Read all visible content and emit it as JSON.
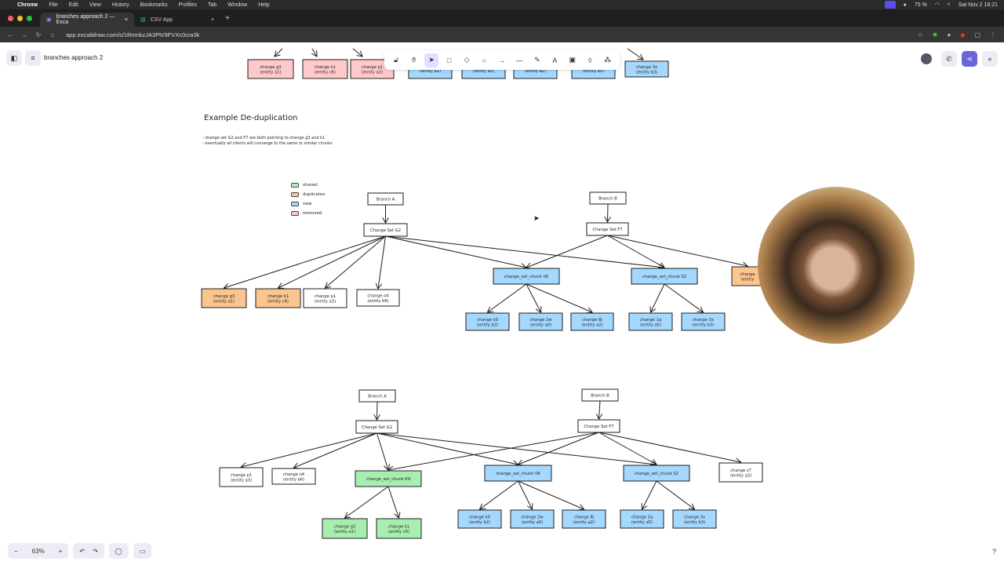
{
  "menubar": {
    "app": "Chrome",
    "items": [
      "File",
      "Edit",
      "View",
      "History",
      "Bookmarks",
      "Profiles",
      "Tab",
      "Window",
      "Help"
    ],
    "battery": "75 %",
    "datetime": "Sat Nov 2  18:21"
  },
  "browser": {
    "tabs": [
      {
        "label": "branches approach 2 — Exca"
      },
      {
        "label": "CSV App"
      }
    ],
    "url": "app.excalidraw.com/s/1RmnkzJA3Ph/9FVXc0cra3k"
  },
  "app": {
    "title": "branches approach 2",
    "zoom": "63%",
    "accent": "#6965db"
  },
  "notes": {
    "heading": "Example De-duplication",
    "bullets": [
      "- change set G2 and F7 are both pointing to change g3 and k1",
      "- eventually all clients will converge to the same or similar chunks"
    ]
  },
  "legend": [
    {
      "label": "shared",
      "color": "#b2f2bb"
    },
    {
      "label": "duplicates",
      "color": "#ffc98f"
    },
    {
      "label": "new",
      "color": "#a5d8ff"
    },
    {
      "label": "removed",
      "color": "#ffc9c9"
    }
  ],
  "colors": {
    "shared": "#a8eeb0",
    "dup": "#fbc58f",
    "new": "#a5d8ff",
    "removed": "#ffc9c9",
    "plain": "#ffffff"
  },
  "nodes": [
    {
      "id": "t1",
      "lines": [
        "change g3",
        "(entity a1)"
      ],
      "kind": "removed"
    },
    {
      "id": "t2",
      "lines": [
        "change k1",
        "(entity c6)"
      ],
      "kind": "removed"
    },
    {
      "id": "t3",
      "lines": [
        "change p1",
        "(entity a3)"
      ],
      "kind": "removed"
    },
    {
      "id": "t4",
      "lines": [
        "(entity b2)"
      ],
      "kind": "new"
    },
    {
      "id": "t5",
      "lines": [
        "(entity a0)"
      ],
      "kind": "new"
    },
    {
      "id": "t6",
      "lines": [
        "(entity a2)"
      ],
      "kind": "new"
    },
    {
      "id": "t7",
      "lines": [
        "(entity a5)"
      ],
      "kind": "new"
    },
    {
      "id": "t8",
      "lines": [
        "change 3x",
        "(entity b3)"
      ],
      "kind": "new"
    },
    {
      "id": "a_ba",
      "lines": [
        "Branch A"
      ],
      "kind": "plain"
    },
    {
      "id": "a_g2",
      "lines": [
        "Change Set G2"
      ],
      "kind": "plain"
    },
    {
      "id": "a_bb",
      "lines": [
        "Branch B"
      ],
      "kind": "plain"
    },
    {
      "id": "a_f7",
      "lines": [
        "Change Set F7"
      ],
      "kind": "plain"
    },
    {
      "id": "a_g3",
      "lines": [
        "change g3",
        "(entity a1)"
      ],
      "kind": "dup"
    },
    {
      "id": "a_k1",
      "lines": [
        "change k1",
        "(entity c6)"
      ],
      "kind": "dup"
    },
    {
      "id": "a_p1",
      "lines": [
        "change p1",
        "(entity a3)"
      ],
      "kind": "plain"
    },
    {
      "id": "a_o4",
      "lines": [
        "change o4",
        "(entity b6)"
      ],
      "kind": "plain"
    },
    {
      "id": "a_v6",
      "lines": [
        "change_set_chunk V6"
      ],
      "kind": "new"
    },
    {
      "id": "a_s2",
      "lines": [
        "change_set_chunk S2"
      ],
      "kind": "new"
    },
    {
      "id": "a_px",
      "lines": [
        "change",
        "(entity"
      ],
      "kind": "dup"
    },
    {
      "id": "a_k0",
      "lines": [
        "change k0",
        "(entity b2)"
      ],
      "kind": "new"
    },
    {
      "id": "a_2w",
      "lines": [
        "change 2w",
        "(entity a0)"
      ],
      "kind": "new"
    },
    {
      "id": "a_8j",
      "lines": [
        "change 8j",
        "(entity a2)"
      ],
      "kind": "new"
    },
    {
      "id": "a_1q",
      "lines": [
        "change 1q",
        "(entity a5)"
      ],
      "kind": "new"
    },
    {
      "id": "a_3x",
      "lines": [
        "change 3x",
        "(entity b3)"
      ],
      "kind": "new"
    },
    {
      "id": "b_ba",
      "lines": [
        "Branch A"
      ],
      "kind": "plain"
    },
    {
      "id": "b_g2",
      "lines": [
        "Change Set G2"
      ],
      "kind": "plain"
    },
    {
      "id": "b_bb",
      "lines": [
        "Branch B"
      ],
      "kind": "plain"
    },
    {
      "id": "b_f7",
      "lines": [
        "Change Set F7"
      ],
      "kind": "plain"
    },
    {
      "id": "b_p1",
      "lines": [
        "change p1",
        "(entity a3)"
      ],
      "kind": "plain"
    },
    {
      "id": "b_o4",
      "lines": [
        "change o4",
        "(entity b6)"
      ],
      "kind": "plain"
    },
    {
      "id": "b_k9",
      "lines": [
        "change_set_chunk K9"
      ],
      "kind": "shared"
    },
    {
      "id": "b_v6",
      "lines": [
        "change_set_chunk V6"
      ],
      "kind": "new"
    },
    {
      "id": "b_s2",
      "lines": [
        "change_set_chunk S2"
      ],
      "kind": "new"
    },
    {
      "id": "b_z7",
      "lines": [
        "change z7",
        "(entity a3)"
      ],
      "kind": "plain"
    },
    {
      "id": "b_g3",
      "lines": [
        "change g3",
        "(entity a1)"
      ],
      "kind": "shared"
    },
    {
      "id": "b_k1",
      "lines": [
        "change k1",
        "(entity c6)"
      ],
      "kind": "shared"
    },
    {
      "id": "b_k0",
      "lines": [
        "change k0",
        "(entity b2)"
      ],
      "kind": "new"
    },
    {
      "id": "b_2w",
      "lines": [
        "change 2w",
        "(entity a0)"
      ],
      "kind": "new"
    },
    {
      "id": "b_8j",
      "lines": [
        "change 8j",
        "(entity a2)"
      ],
      "kind": "new"
    },
    {
      "id": "b_1q",
      "lines": [
        "change 1q",
        "(entity a5)"
      ],
      "kind": "new"
    },
    {
      "id": "b_3x",
      "lines": [
        "change 3x",
        "(entity b3)"
      ],
      "kind": "new"
    }
  ]
}
